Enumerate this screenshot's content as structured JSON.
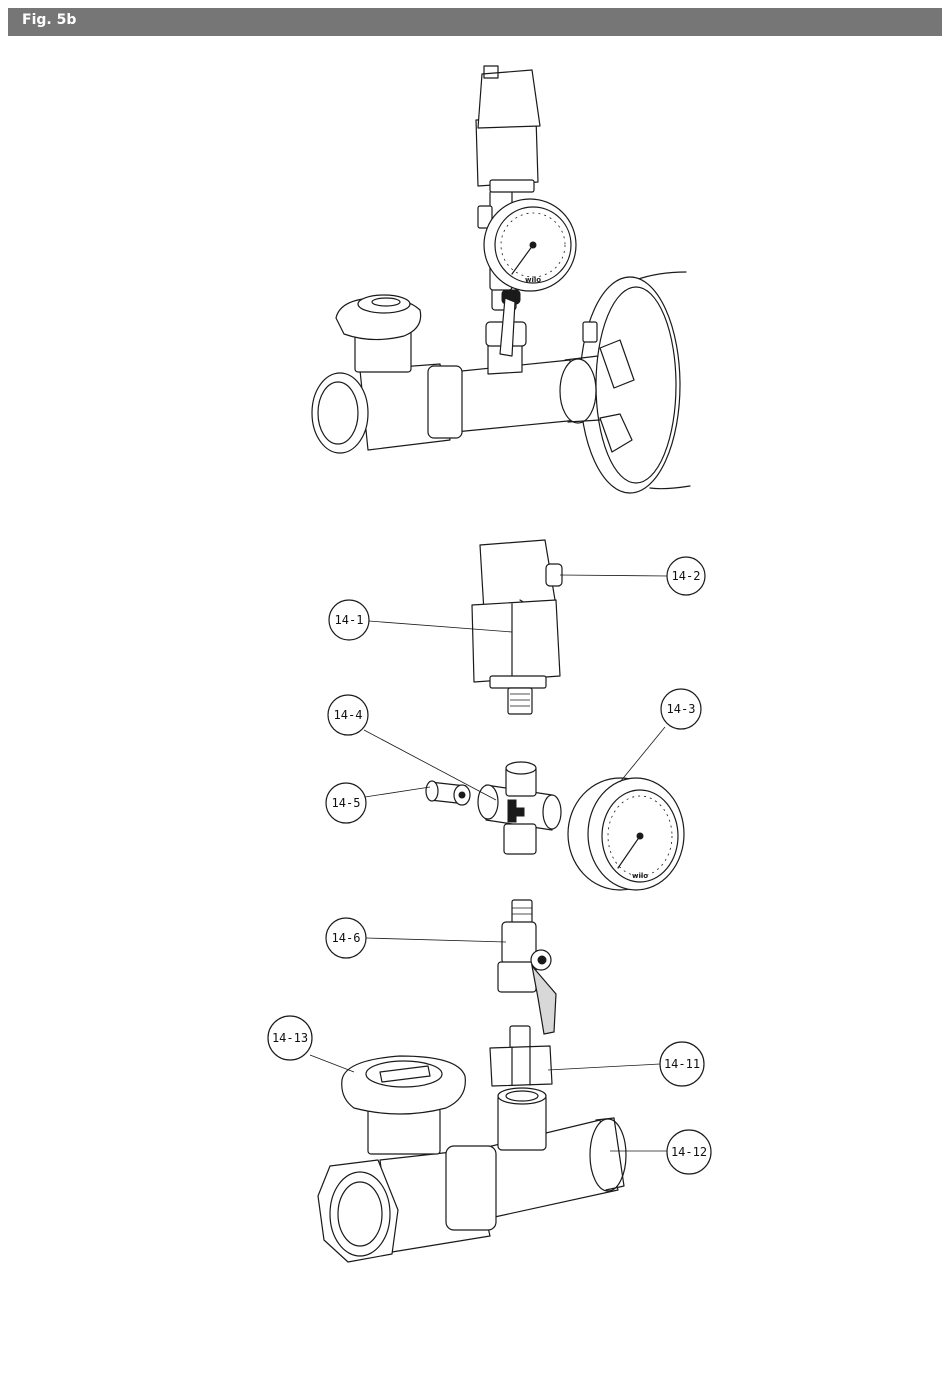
{
  "figure": {
    "title": "Fig. 5b",
    "colors": {
      "header_bar": "#767676",
      "header_text": "#ffffff",
      "lines": "#1a1a1a"
    }
  },
  "gauge": {
    "brand": "wilo"
  },
  "callouts": [
    {
      "id": "c-14-1",
      "label": "14-1"
    },
    {
      "id": "c-14-2",
      "label": "14-2"
    },
    {
      "id": "c-14-3",
      "label": "14-3"
    },
    {
      "id": "c-14-4",
      "label": "14-4"
    },
    {
      "id": "c-14-5",
      "label": "14-5"
    },
    {
      "id": "c-14-6",
      "label": "14-6"
    },
    {
      "id": "c-14-11",
      "label": "14-11"
    },
    {
      "id": "c-14-12",
      "label": "14-12"
    },
    {
      "id": "c-14-13",
      "label": "14-13"
    }
  ]
}
